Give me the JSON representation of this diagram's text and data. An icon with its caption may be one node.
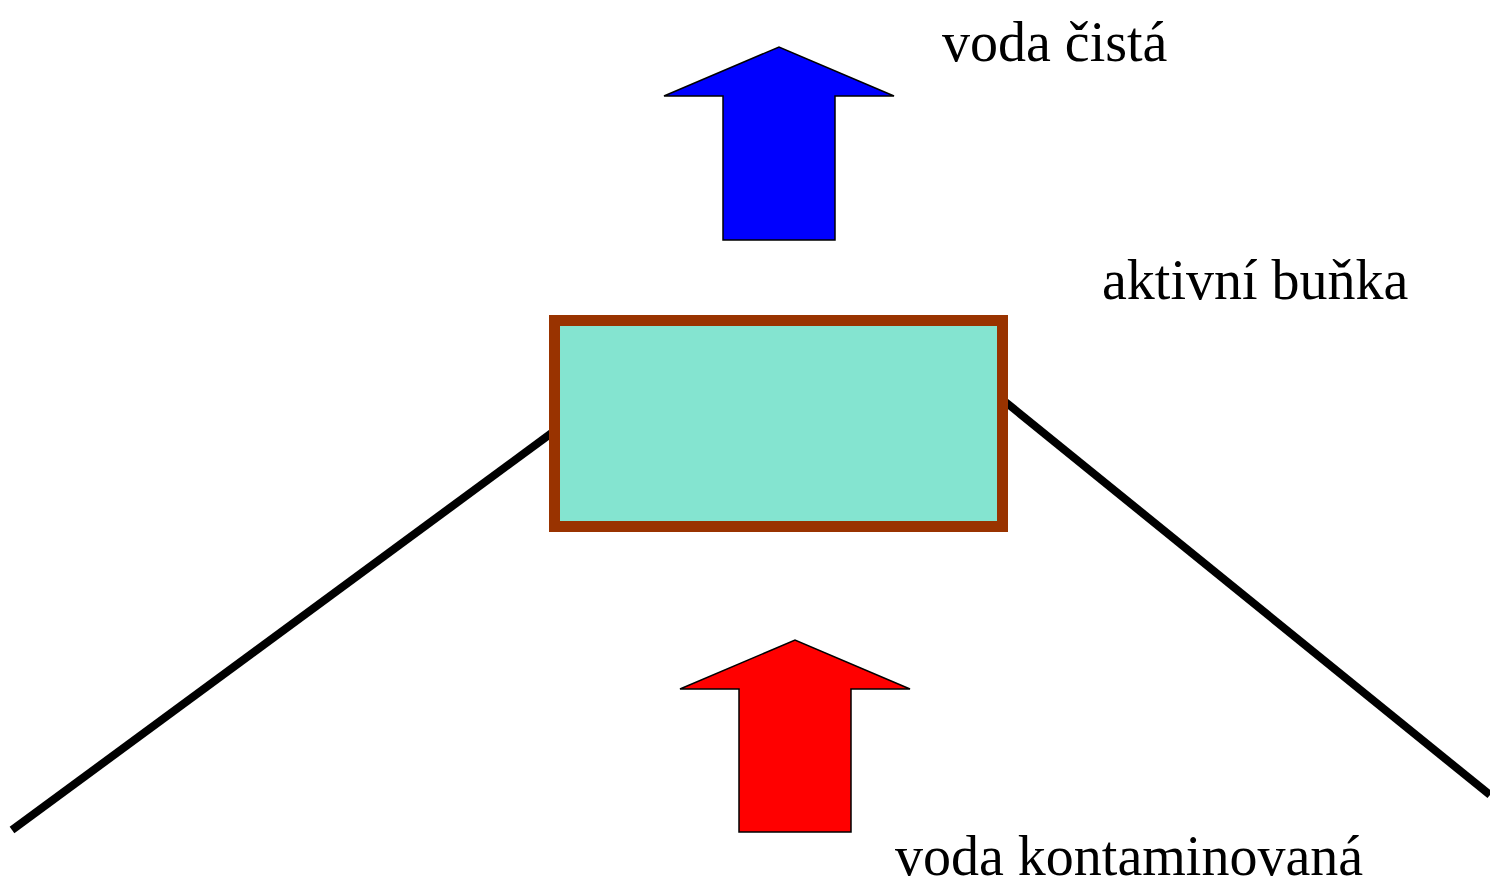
{
  "diagram": {
    "nodes": [
      {
        "text": [
          "voda čistá"
        ]
      },
      {
        "text": [],
        "shape": "box",
        "beside": [
          "aktivní buňka"
        ]
      },
      {
        "text": [
          "voda kontaminovaná"
        ]
      }
    ],
    "edges": [
      {
        "from": 2,
        "to": 1,
        "arrow": "to",
        "color": "#ff0000"
      },
      {
        "from": 1,
        "to": 0,
        "arrow": "to",
        "color": "#0000ff"
      }
    ]
  }
}
